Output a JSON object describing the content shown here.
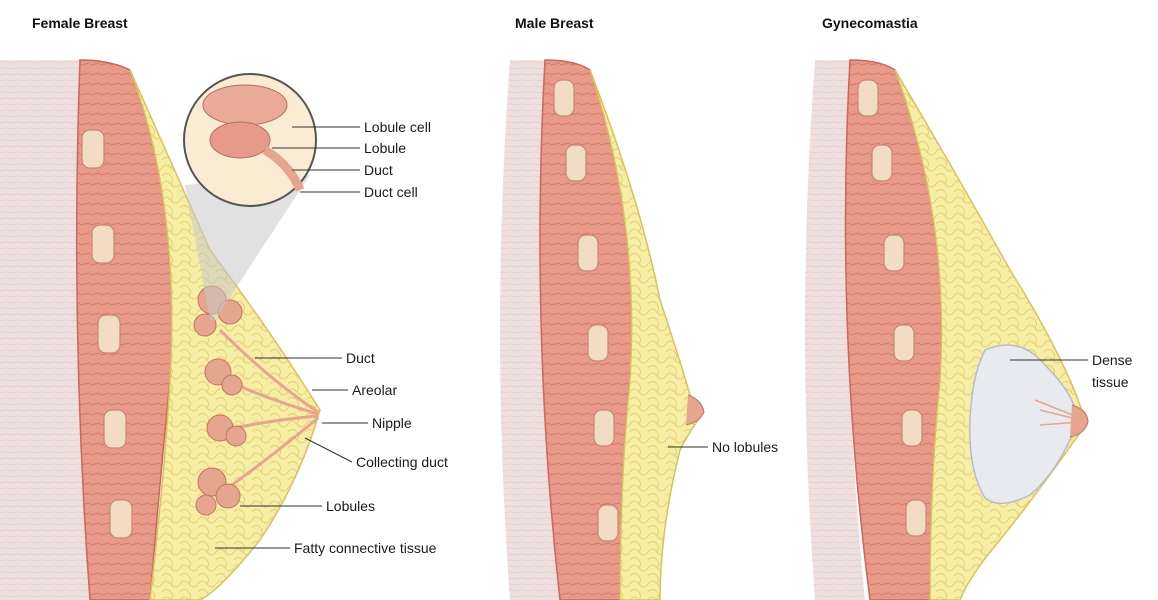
{
  "panels": {
    "female": {
      "title": "Female Breast",
      "inset_labels": [
        "Lobule cell",
        "Lobule",
        "Duct",
        "Duct cell"
      ],
      "labels": [
        "Duct",
        "Areolar",
        "Nipple",
        "Collecting duct",
        "Lobules",
        "Fatty connective tissue"
      ]
    },
    "male": {
      "title": "Male Breast",
      "labels": [
        "No lobules"
      ]
    },
    "gyne": {
      "title": "Gynecomastia",
      "labels": [
        "Dense",
        "tissue"
      ]
    }
  },
  "colors": {
    "skin": "#efe0e0",
    "skin_dark": "#e3caca",
    "muscle": "#e79a8a",
    "muscle_dark": "#c9675a",
    "fat": "#f7eea6",
    "fat_line": "#e2cf70",
    "rib": "#f3dcc4",
    "lobule": "#e6a58f",
    "dense": "#e8eaf0"
  }
}
